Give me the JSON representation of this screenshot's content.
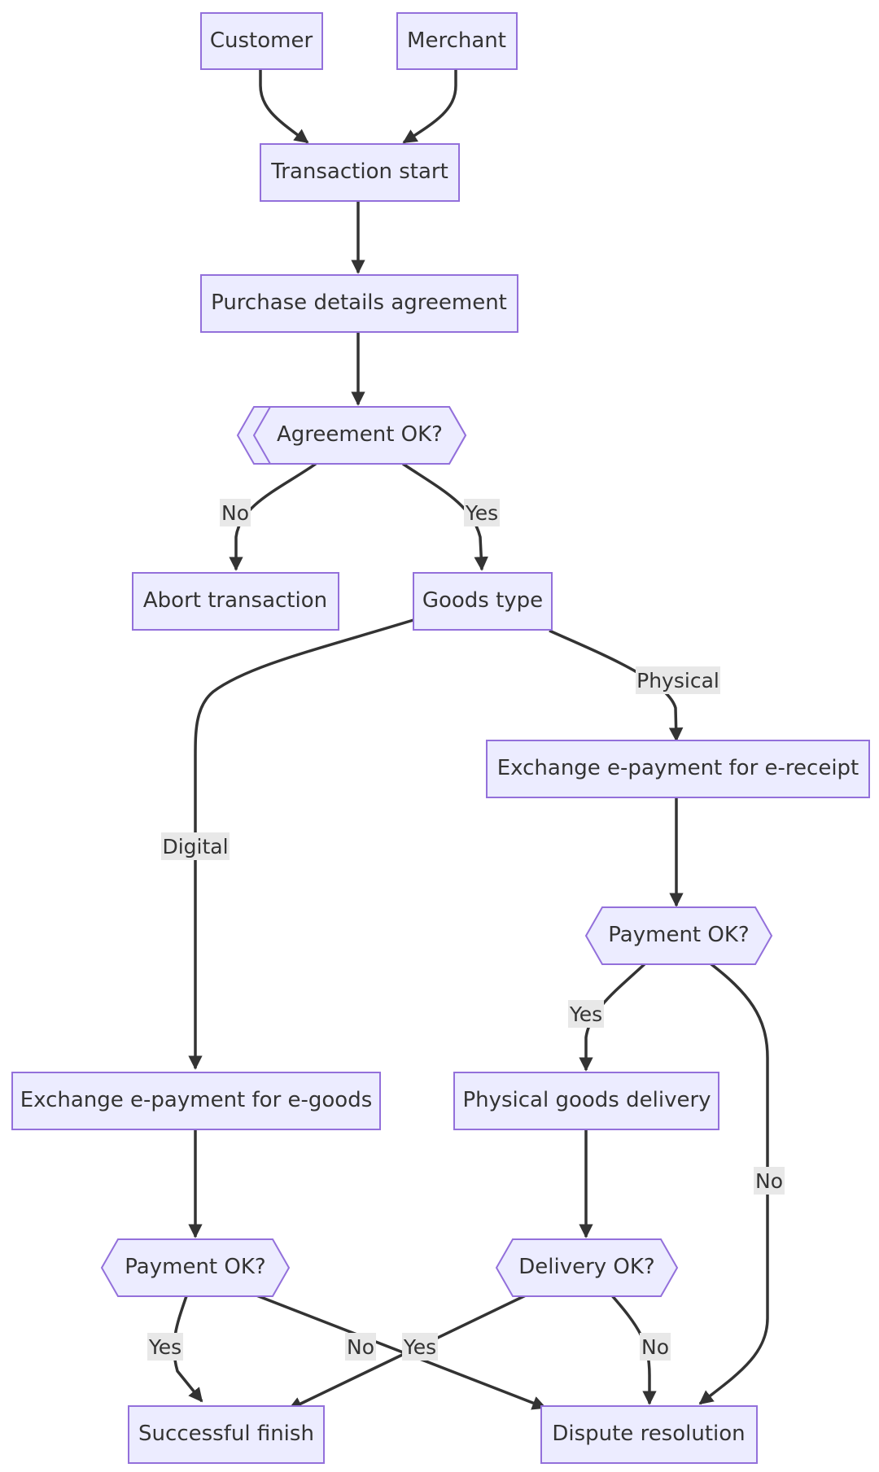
{
  "nodes": {
    "customer": "Customer",
    "merchant": "Merchant",
    "transaction_start": "Transaction start",
    "purchase_details": "Purchase details agreement",
    "agreement_ok": "Agreement OK?",
    "abort": "Abort transaction",
    "goods_type": "Goods type",
    "exchange_receipt": "Exchange e-payment for e-receipt",
    "payment_ok_physical": "Payment OK?",
    "physical_delivery": "Physical goods delivery",
    "exchange_goods": "Exchange e-payment for e-goods",
    "payment_ok_digital": "Payment OK?",
    "delivery_ok": "Delivery OK?",
    "success": "Successful finish",
    "dispute": "Dispute resolution"
  },
  "edges": {
    "agreement_no": "No",
    "agreement_yes": "Yes",
    "digital": "Digital",
    "physical": "Physical",
    "payment_phys_yes": "Yes",
    "payment_phys_no": "No",
    "payment_dig_yes": "Yes",
    "payment_dig_no": "No",
    "delivery_yes": "Yes",
    "delivery_no": "No"
  }
}
